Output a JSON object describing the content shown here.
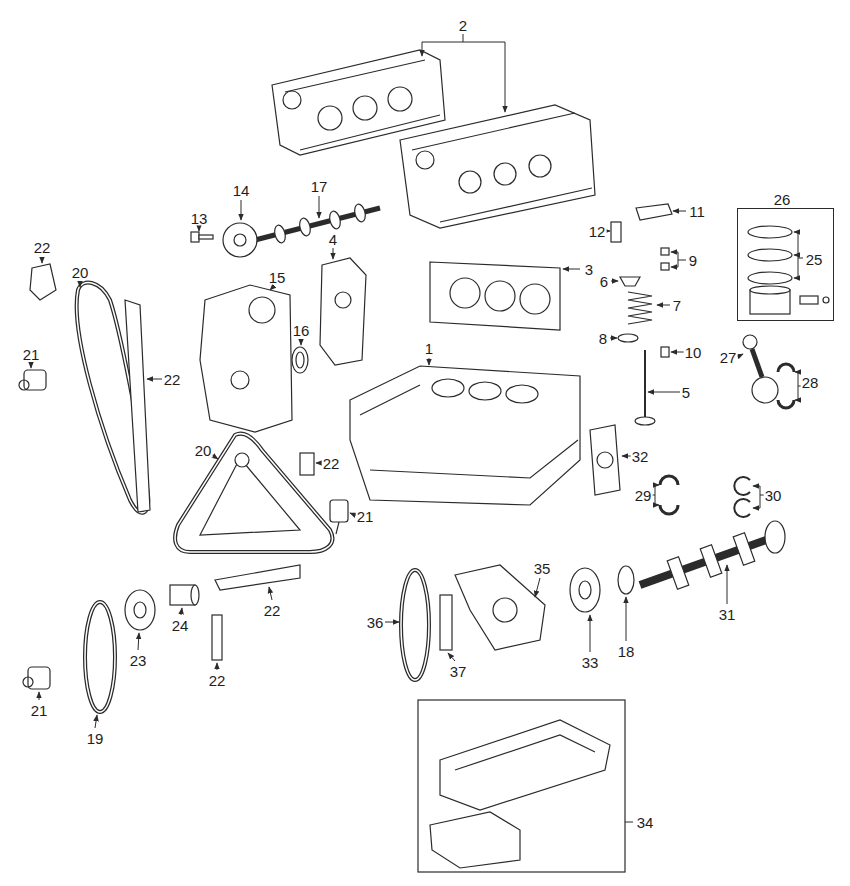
{
  "diagram": {
    "nodes": [
      {
        "text": [
          "26",
          "25"
        ]
      }
    ],
    "labels": [
      "2",
      "22",
      "14",
      "17",
      "11",
      "13",
      "12",
      "4",
      "9",
      "3",
      "20",
      "15",
      "6",
      "7",
      "16",
      "8",
      "1",
      "10",
      "21",
      "27",
      "22",
      "28",
      "5",
      "20",
      "32",
      "22",
      "29",
      "30",
      "21",
      "35",
      "22",
      "31",
      "36",
      "24",
      "18",
      "23",
      "33",
      "37",
      "22",
      "21",
      "19",
      "34"
    ]
  }
}
